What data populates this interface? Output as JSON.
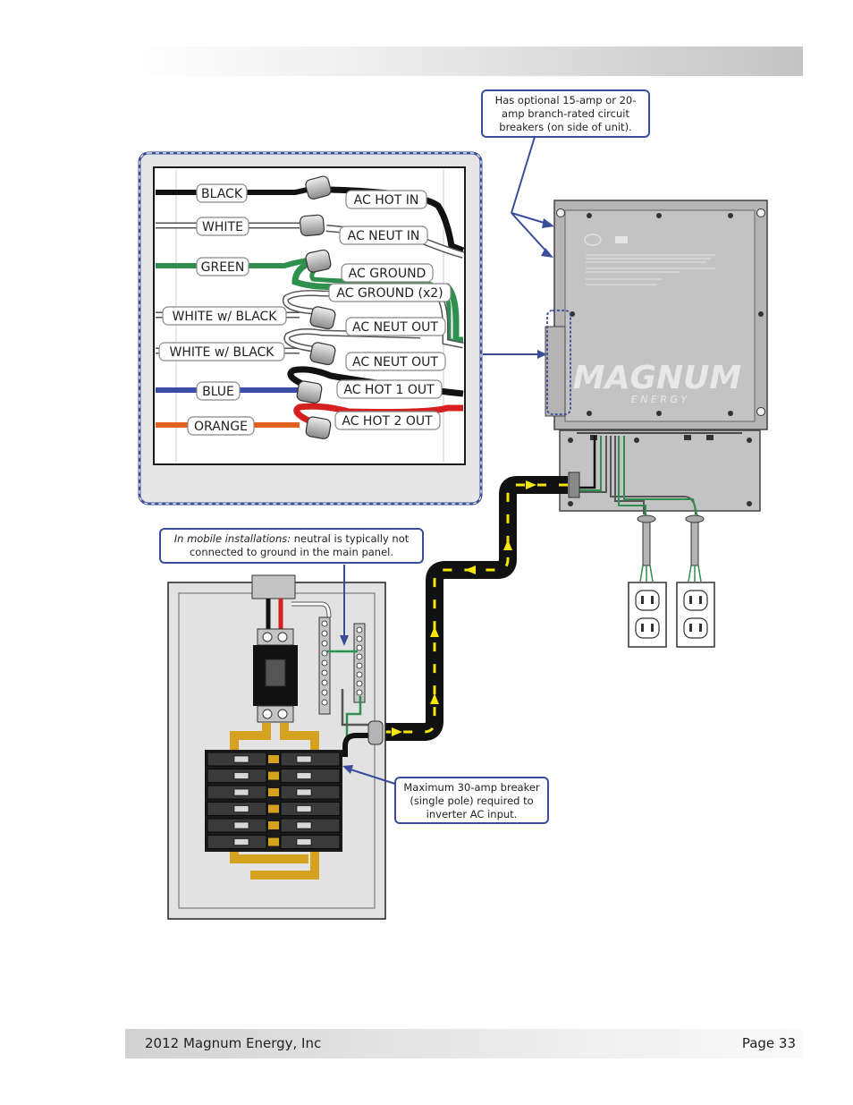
{
  "footer": {
    "left": "2012 Magnum Energy, Inc",
    "right": "Page 33"
  },
  "notes": {
    "breakers": "Has optional 15-amp or 20-amp branch-rated circuit breakers (on side of unit).",
    "mobile_italic": "In mobile installations:",
    "mobile_rest": " neutral is typically not connected to ground in the main panel.",
    "maximum": "Maximum 30-amp breaker (single pole) required to inverter AC input."
  },
  "wire_labels": {
    "black": "BLACK",
    "white": "WHITE",
    "green": "GREEN",
    "white_black_1": "WHITE w/ BLACK",
    "white_black_2": "WHITE w/ BLACK",
    "blue": "BLUE",
    "orange": "ORANGE"
  },
  "terminal_labels": {
    "ac_hot_in": "AC HOT IN",
    "ac_neut_in": "AC NEUT IN",
    "ac_ground": "AC GROUND",
    "ac_ground_x2": "AC GROUND (x2)",
    "ac_neut_out_1": "AC NEUT OUT",
    "ac_neut_out_2": "AC NEUT OUT",
    "ac_hot_1_out": "AC HOT 1 OUT",
    "ac_hot_2_out": "AC HOT 2 OUT"
  },
  "logo": {
    "brand": "MAGNUM",
    "sub": "E N E R G Y"
  },
  "colors": {
    "accent_blue": "#3a4d9a",
    "wire_green": "#2f8f4e",
    "wire_blue": "#3a4da8",
    "wire_orange": "#e0621e",
    "wire_red": "#d62020",
    "conduit_yellow": "#f4e60a",
    "bus_gold": "#d4a21e"
  }
}
